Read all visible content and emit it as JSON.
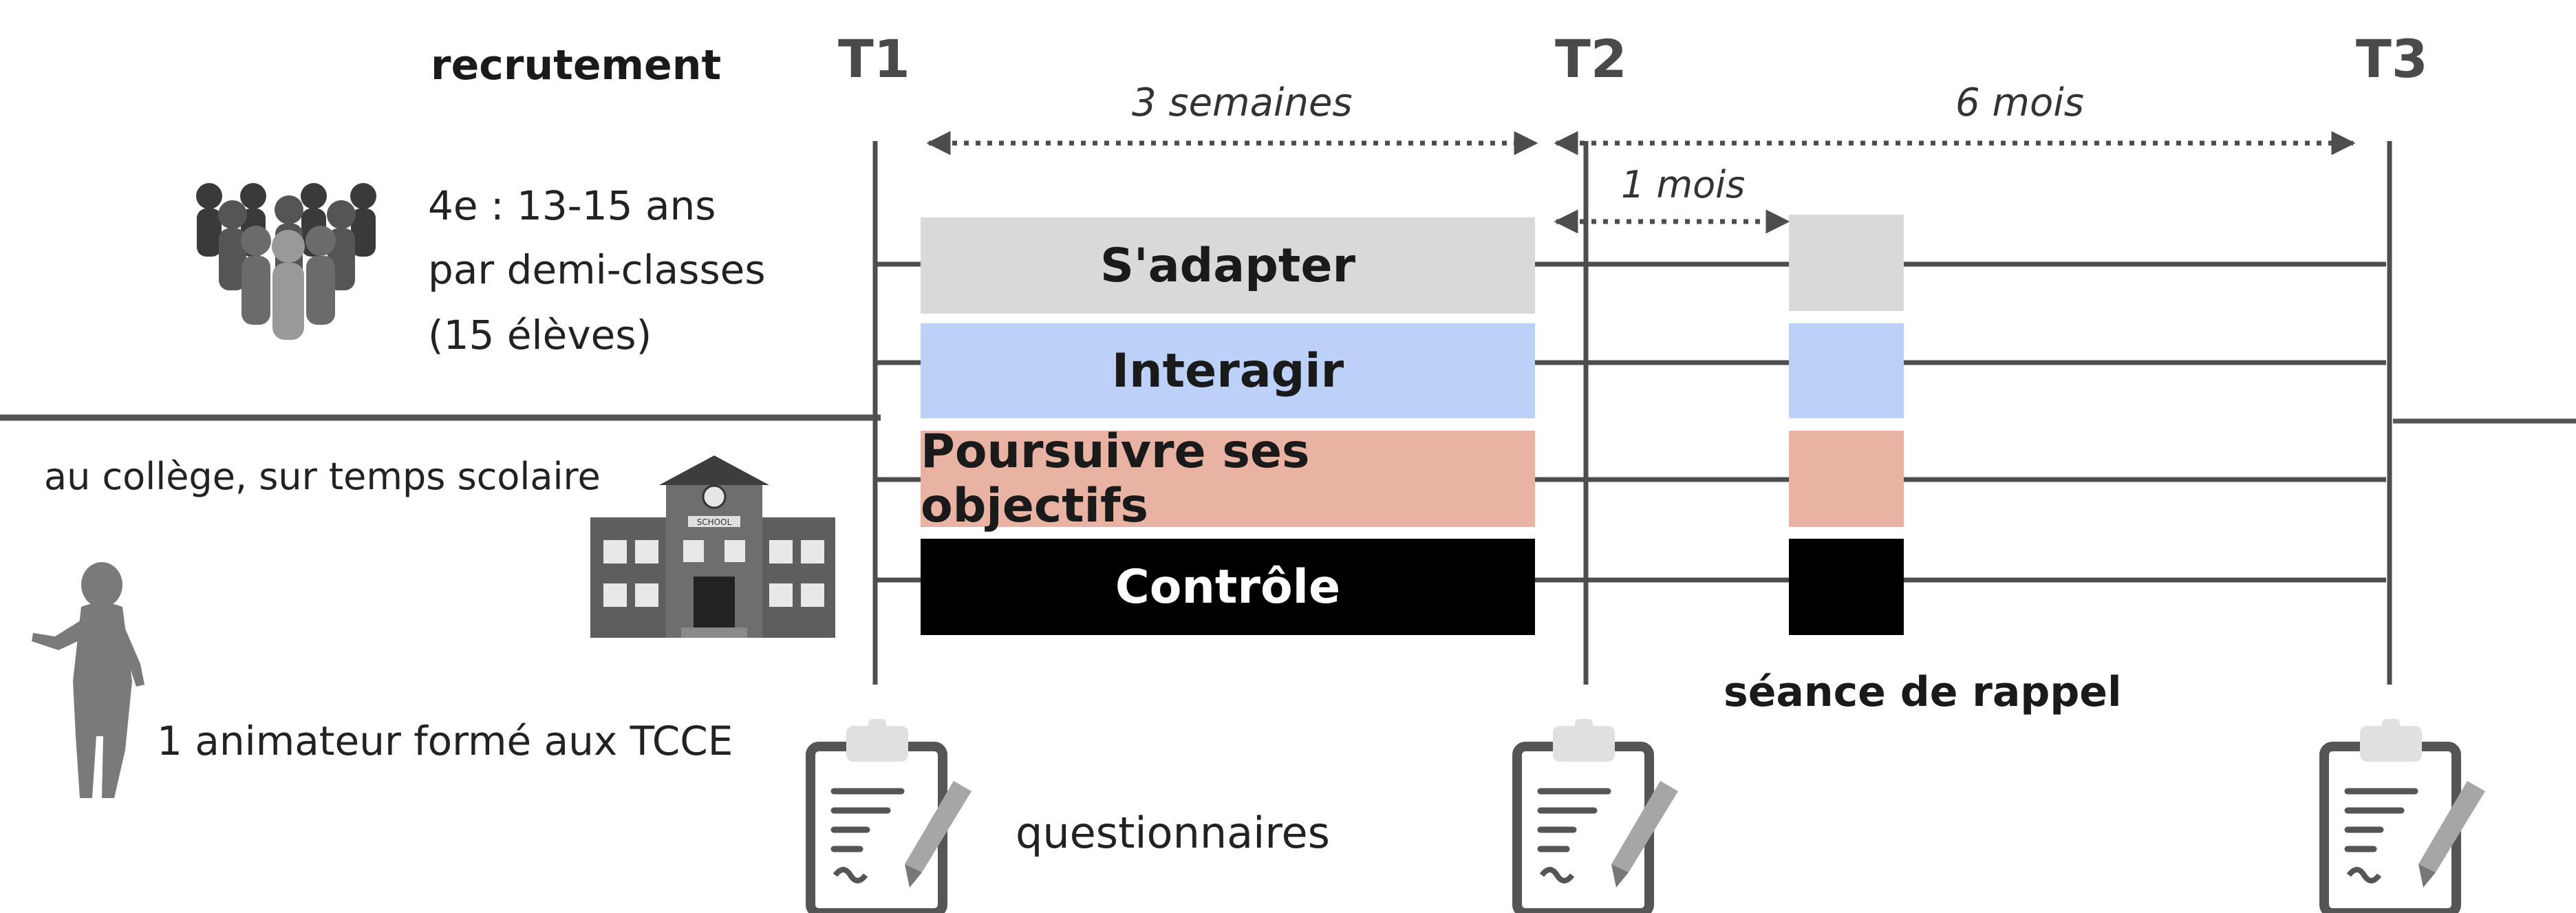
{
  "recruitment": {
    "title": "recrutement",
    "age_line": "4e : 13-15 ans",
    "group_line": "par demi-classes",
    "size_line": "(15 élèves)"
  },
  "setting": {
    "location": "au collège, sur temps scolaire",
    "facilitator": "1 animateur formé aux TCCE",
    "school_sign": "SCHOOL"
  },
  "timepoints": [
    "T1",
    "T2",
    "T3"
  ],
  "durations": {
    "t1_t2": "3 semaines",
    "t2_t3": "6 mois",
    "booster_delay": "1 mois"
  },
  "interventions": [
    {
      "label": "S'adapter",
      "color": "#d9d9d9",
      "text_color": "#1a1a1a"
    },
    {
      "label": "Interagir",
      "color": "#bcd0f8",
      "text_color": "#1a1a1a"
    },
    {
      "label": "Poursuivre ses objectifs",
      "color": "#e8b3a3",
      "text_color": "#1a1a1a"
    },
    {
      "label": "Contrôle",
      "color": "#000000",
      "text_color": "#ffffff"
    }
  ],
  "booster": {
    "label": "séance de rappel"
  },
  "questionnaires": {
    "label": "questionnaires"
  },
  "icons": {
    "group": "people-group-icon",
    "school": "school-building-icon",
    "facilitator": "person-presenting-icon",
    "clipboard": "clipboard-pen-icon"
  },
  "colors": {
    "line": "#4d4d4d",
    "icon_gray": "#7a7a7a"
  }
}
